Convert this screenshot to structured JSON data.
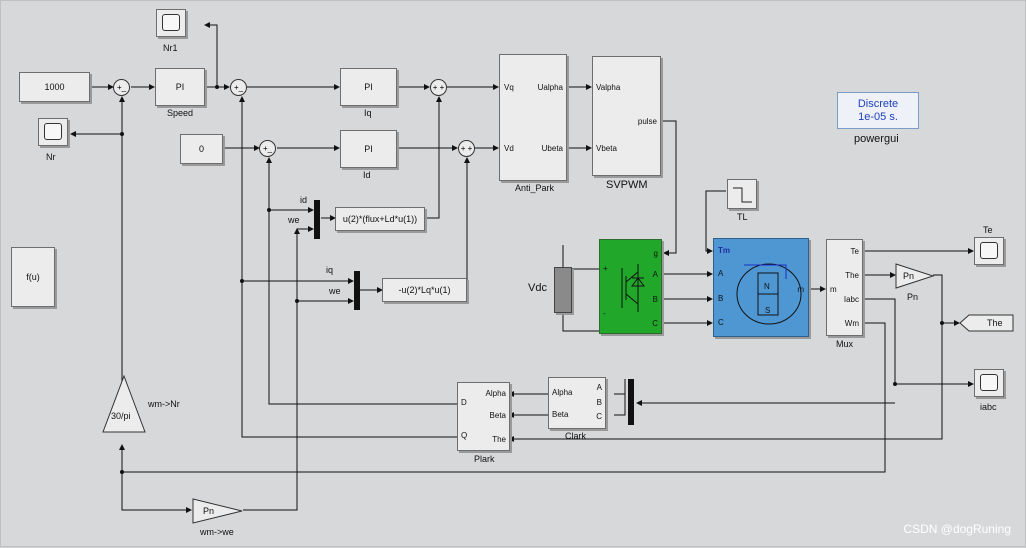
{
  "watermark": "CSDN @dogRuning",
  "constants": {
    "speed_ref": "1000",
    "id_ref": "0"
  },
  "controllers": {
    "speed": "PI",
    "speed_label": "Speed",
    "iq": "PI",
    "iq_label": "Iq",
    "id": "PI",
    "id_label": "Id"
  },
  "scopes": {
    "nr1": "Nr1",
    "nr": "Nr",
    "te": "Te",
    "iabc": "iabc"
  },
  "fcn": {
    "fu": "f(u)",
    "decouple_q": "u(2)*(flux+Ld*u(1))",
    "decouple_d": "-u(2)*Lq*u(1)"
  },
  "mux_inputs": {
    "id": "id",
    "we": "we",
    "iq": "iq",
    "we2": "we"
  },
  "anti_park": {
    "label": "Anti_Park",
    "in_q": "Vq",
    "in_d": "Vd",
    "out_a": "Ualpha",
    "out_b": "Ubeta"
  },
  "svpwm": {
    "label": "SVPWM",
    "in_a": "Valpha",
    "in_b": "Vbeta",
    "out": "pulse"
  },
  "tl": "TL",
  "vdc": "Vdc",
  "inverter": {
    "g": "g",
    "a": "A",
    "b": "B",
    "c": "C",
    "plus": "+",
    "minus": "-"
  },
  "pmsm": {
    "tm": "Tm",
    "a": "A",
    "b": "B",
    "c": "C",
    "m": "m",
    "n": "N",
    "s": "S"
  },
  "demux": {
    "label": "Mux",
    "in": "m",
    "te": "Te",
    "the": "The",
    "iabc": "Iabc",
    "wm": "Wm"
  },
  "pn_gain": {
    "value": "Pn",
    "label": "Pn"
  },
  "goto_the": "The",
  "clark": {
    "label": "Clark",
    "a": "A",
    "b": "B",
    "c": "C",
    "alpha": "Alpha",
    "beta": "Beta"
  },
  "park": {
    "label": "Plark",
    "alpha": "Alpha",
    "beta": "Beta",
    "the": "The",
    "d": "D",
    "q": "Q"
  },
  "gain_nr": {
    "value": "30/pi",
    "label": "wm->Nr"
  },
  "gain_we": {
    "value": "Pn",
    "label": "wm->we"
  },
  "powergui": {
    "line1": "Discrete",
    "line2": "1e-05 s.",
    "label": "powergui"
  }
}
